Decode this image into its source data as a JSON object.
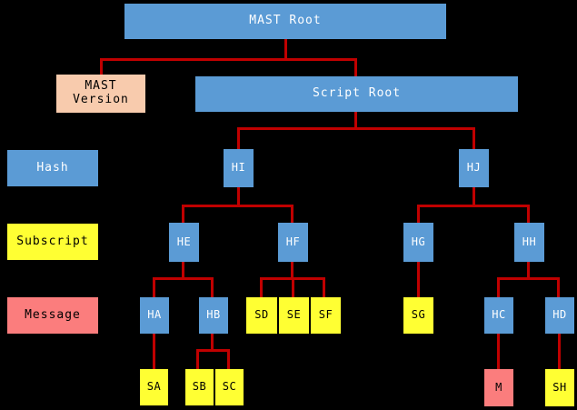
{
  "diagram": {
    "title_node": "MAST Root",
    "colors": {
      "background": "#000000",
      "hash": "#5B9BD5",
      "subscript": "#FFFF33",
      "message": "#FB7D7D",
      "version": "#F8CBAD",
      "edge": "#C00000",
      "hash_text": "#FFFFFF",
      "dark_text": "#000000"
    },
    "legend": [
      {
        "label": "Hash",
        "type": "hash"
      },
      {
        "label": "Subscript",
        "type": "subscript"
      },
      {
        "label": "Message",
        "type": "message"
      }
    ],
    "nodes": {
      "mast_root": "MAST Root",
      "mast_version": "MAST\nVersion",
      "script_root": "Script Root",
      "hi": "HI",
      "hj": "HJ",
      "he": "HE",
      "hf": "HF",
      "hg": "HG",
      "hh": "HH",
      "ha": "HA",
      "hb": "HB",
      "hc": "HC",
      "hd": "HD",
      "sa": "SA",
      "sb": "SB",
      "sc": "SC",
      "sd": "SD",
      "se": "SE",
      "sf": "SF",
      "sg": "SG",
      "sh": "SH",
      "m": "M"
    },
    "edges": [
      "MAST Root -> MAST Version",
      "MAST Root -> Script Root",
      "Script Root -> HI",
      "Script Root -> HJ",
      "HI -> HE",
      "HI -> HF",
      "HJ -> HG",
      "HJ -> HH",
      "HE -> HA",
      "HE -> HB",
      "HF -> SD",
      "HF -> SE",
      "HF -> SF",
      "HG -> SG",
      "HH -> HC",
      "HH -> HD",
      "HA -> SA",
      "HB -> SB",
      "HB -> SC",
      "HC -> M",
      "HD -> SH"
    ]
  }
}
